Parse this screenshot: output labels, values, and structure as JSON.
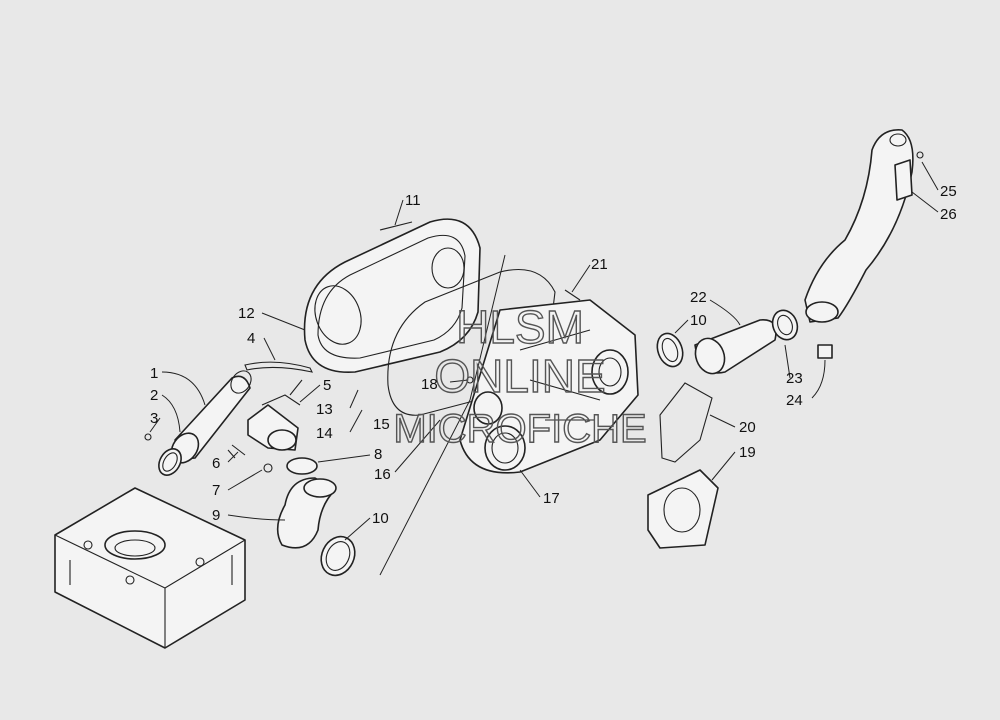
{
  "watermark": {
    "line1": "HLSM",
    "line2": "ONLINE",
    "line3": "MICROFICHE"
  },
  "callouts": [
    {
      "id": "c1",
      "text": "1"
    },
    {
      "id": "c2",
      "text": "2"
    },
    {
      "id": "c3",
      "text": "3"
    },
    {
      "id": "c4",
      "text": "4"
    },
    {
      "id": "c5",
      "text": "5"
    },
    {
      "id": "c6",
      "text": "6"
    },
    {
      "id": "c7",
      "text": "7"
    },
    {
      "id": "c8",
      "text": "8"
    },
    {
      "id": "c9",
      "text": "9"
    },
    {
      "id": "c10a",
      "text": "10"
    },
    {
      "id": "c10b",
      "text": "10"
    },
    {
      "id": "c11",
      "text": "11"
    },
    {
      "id": "c12",
      "text": "12"
    },
    {
      "id": "c13",
      "text": "13"
    },
    {
      "id": "c14",
      "text": "14"
    },
    {
      "id": "c15",
      "text": "15"
    },
    {
      "id": "c16",
      "text": "16"
    },
    {
      "id": "c17",
      "text": "17"
    },
    {
      "id": "c18",
      "text": "18"
    },
    {
      "id": "c19",
      "text": "19"
    },
    {
      "id": "c20",
      "text": "20"
    },
    {
      "id": "c21",
      "text": "21"
    },
    {
      "id": "c22",
      "text": "22"
    },
    {
      "id": "c23",
      "text": "23"
    },
    {
      "id": "c24",
      "text": "24"
    },
    {
      "id": "c25",
      "text": "25"
    },
    {
      "id": "c26",
      "text": "26"
    }
  ]
}
